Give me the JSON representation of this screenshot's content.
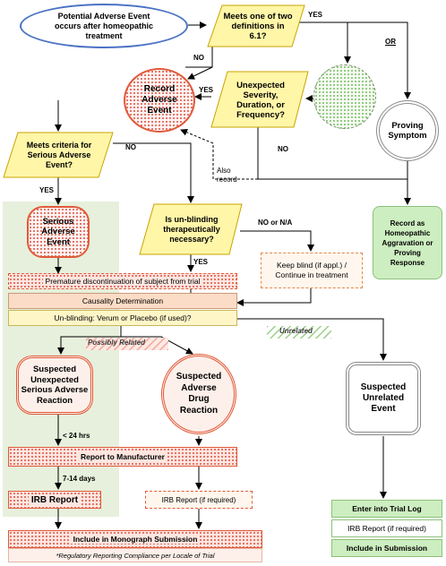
{
  "nodes": {
    "start": "Potential Adverse Event occurs after homeopathic treatment",
    "meets_def": "Meets one of two definitions in 6.1?",
    "unexpected": "Unexpected Severity, Duration, or Frequency?",
    "record_ae": "Record Adverse Event",
    "proving_symptom": "Proving Symptom",
    "record_as": "Record as Homeopathic Aggravation or Proving Response",
    "serious_criteria": "Meets criteria for Serious Adverse Event?",
    "serious_ae": "Serious Adverse Event",
    "unblinding": "Is un-blinding therapeutically necessary?",
    "keep_blind": "Keep blind (if appl.) / Continue in treatment",
    "premature": "Premature discontinuation of subject from trial",
    "causality": "Causality Determination",
    "unblind_verum": "Un-blinding: Verum or Placebo (if used)?",
    "possibly_related": "Possibly Related",
    "unrelated": "Unrelated",
    "susar": "Suspected Unexpected Serious Adverse Reaction",
    "sadr": "Suspected Adverse Drug Reaction",
    "sue": "Suspected Unrelated Event",
    "report_mfr": "Report to Manufacturer",
    "irb_report": "IRB Report",
    "irb_if_required": "IRB Report (if required)",
    "enter_trial_log": "Enter into Trial Log",
    "irb_if_required_2": "IRB Report (if required)",
    "include_submission": "Include in Submission",
    "include_monograph": "Include in Monograph Submission",
    "regulatory_note": "*Regulatory Reporting Compliance per Locale of Trial"
  },
  "edge_labels": {
    "yes_top": "YES",
    "or": "OR",
    "no_left": "NO",
    "yes_unexpected": "YES",
    "no_unexpected": "NO",
    "also_record": "Also record",
    "no_serious": "NO",
    "yes_serious": "YES",
    "no_or_na": "NO or N/A",
    "yes_unblind": "YES",
    "lt24": "< 24 hrs",
    "days": "7-14 days"
  },
  "colors": {
    "start_border": "#4a72c4",
    "decision_fill": "#fff6a8",
    "decision_border": "#c9a400",
    "red_accent": "#e05a3a",
    "green_panel": "#e7f0dc",
    "green_box": "#cdeec0",
    "pink_box": "#f8cfc6"
  }
}
